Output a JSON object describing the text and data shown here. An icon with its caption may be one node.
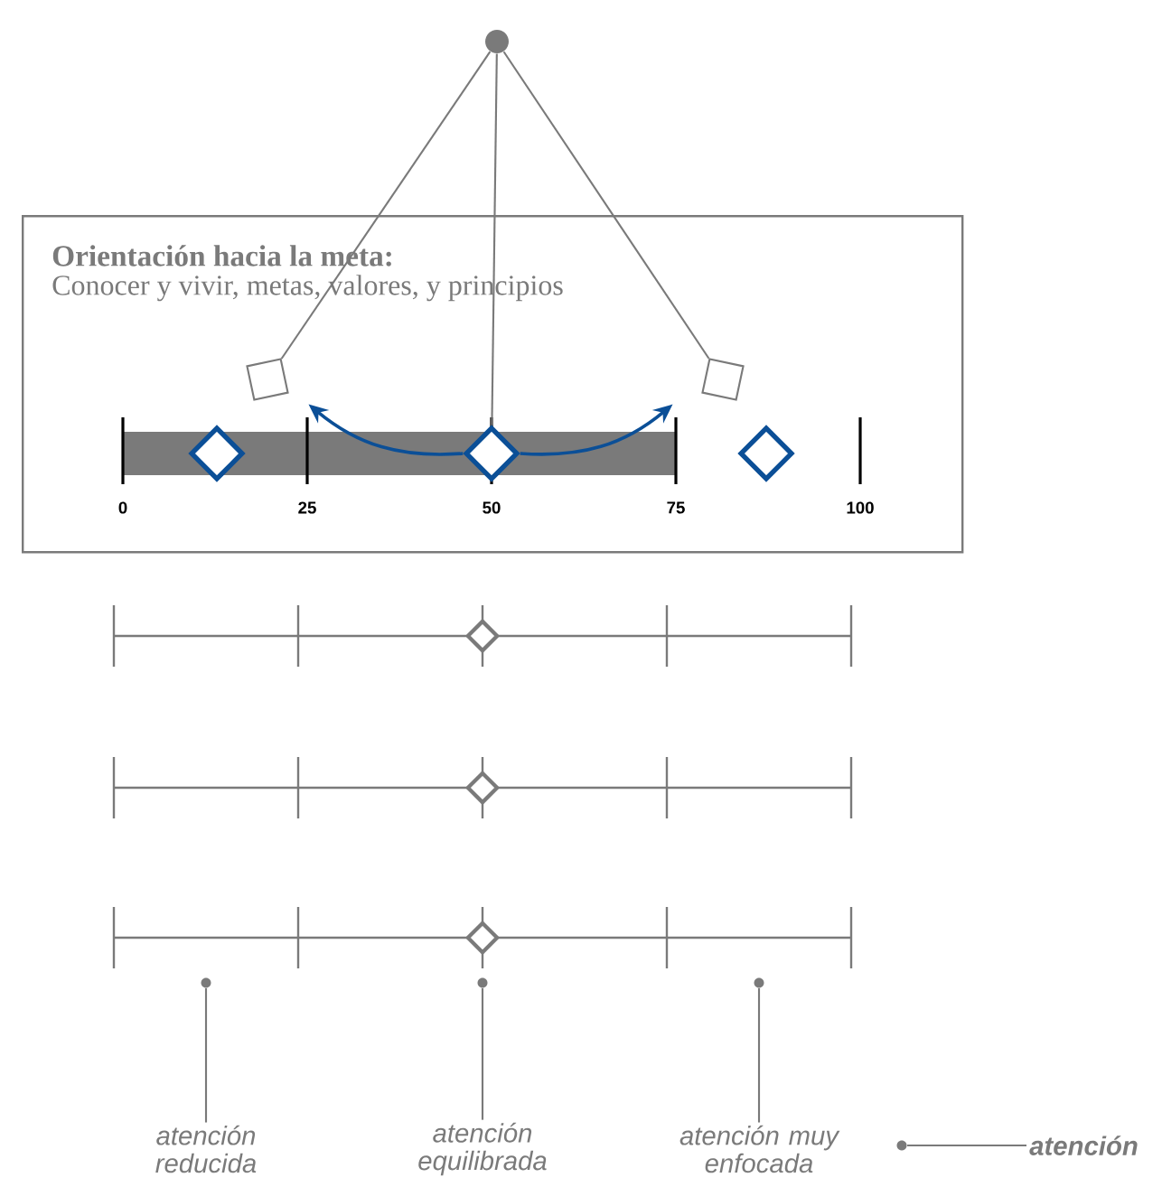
{
  "diagram": {
    "nodes": [
      {
        "text": [],
        "shape": "circle"
      },
      {
        "text": [
          "**Orientación hacia la meta:**",
          "Conocer y vivir, metas, valores, y principios"
        ]
      },
      {
        "text": [],
        "shape": "box",
        "in": 1
      },
      {
        "text": [],
        "shape": "box",
        "in": 1
      },
      {
        "text": [],
        "shape": "bar",
        "in": 1
      },
      {
        "text": [],
        "shape": "diamond",
        "in": 1
      },
      {
        "text": [],
        "shape": "diamond",
        "in": 1
      },
      {
        "text": [],
        "shape": "diamond",
        "in": 1
      },
      {
        "text": [],
        "shape": "diamond"
      },
      {
        "text": [],
        "shape": "diamond"
      },
      {
        "text": [],
        "shape": "diamond"
      },
      {
        "text": [],
        "shape": "circle"
      },
      {
        "text": [],
        "shape": "circle"
      },
      {
        "text": [],
        "shape": "circle"
      },
      {
        "text": [
          "atención reducida"
        ]
      },
      {
        "text": [
          "atención equilibrada"
        ]
      },
      {
        "text": [
          "atención muy enfocada"
        ]
      },
      {
        "text": [],
        "shape": "circle"
      },
      {
        "text": [
          "atención"
        ]
      }
    ],
    "edges": [
      {
        "from": 0,
        "to": 2,
        "arrow": "none"
      },
      {
        "from": 0,
        "to": 6,
        "arrow": "none"
      },
      {
        "from": 0,
        "to": 3,
        "arrow": "none"
      },
      {
        "from": 6,
        "to": 4,
        "arrow": "to",
        "color": "#0b4f97"
      },
      {
        "from": 6,
        "to": 4,
        "arrow": "to",
        "color": "#0b4f97"
      },
      {
        "from": 14,
        "to": 11,
        "arrow": "none"
      },
      {
        "from": 15,
        "to": 12,
        "arrow": "none"
      },
      {
        "from": 16,
        "to": 13,
        "arrow": "none"
      },
      {
        "from": 18,
        "to": 17,
        "arrow": "none"
      }
    ],
    "labels": [
      "0",
      "25",
      "50",
      "75",
      "100"
    ]
  }
}
